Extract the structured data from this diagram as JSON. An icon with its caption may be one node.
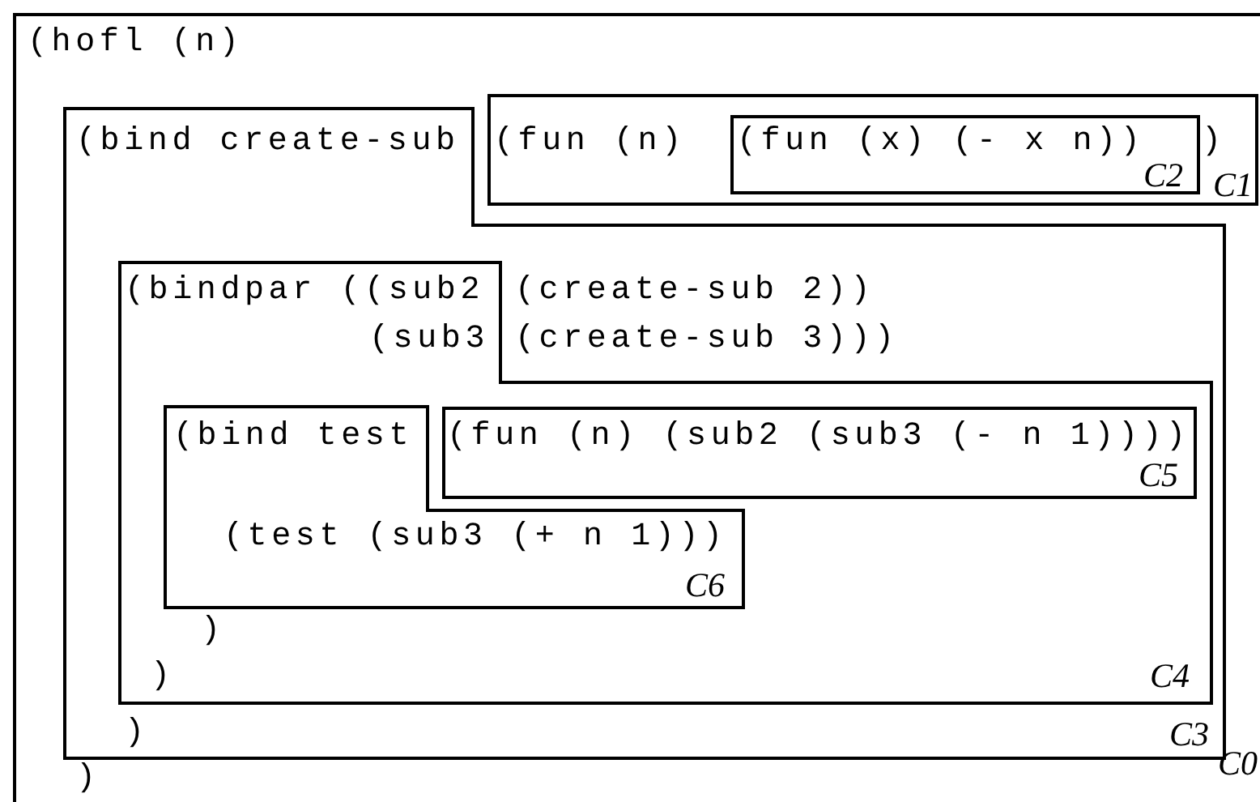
{
  "diagram": {
    "nodes": [
      {
        "text": [
          "(hofl (n)",
          ")",
          "C0"
        ]
      },
      {
        "text": [
          "(bind create-sub",
          "(create-sub 2))",
          "(create-sub 3)))",
          ")",
          "C3"
        ],
        "in": 0
      },
      {
        "text": [
          "(fun (n)",
          ")",
          "C1"
        ],
        "in": 0
      },
      {
        "text": [
          "(fun (x) (- x n))",
          "C2"
        ],
        "in": 2
      },
      {
        "text": [
          "(bindpar ((sub2",
          "(sub3",
          ")",
          ")",
          "C4"
        ],
        "in": 1
      },
      {
        "text": [
          "(bind test",
          "(test (sub3 (+ n 1)))",
          "C6"
        ],
        "in": 4
      },
      {
        "text": [
          "(fun (n) (sub2 (sub3 (- n 1))))",
          "C5"
        ],
        "in": 4
      }
    ]
  }
}
